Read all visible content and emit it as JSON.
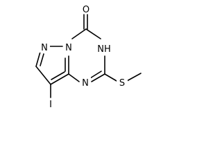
{
  "molecule": {
    "atoms": {
      "oxygen": "O",
      "nh": "NH",
      "n_bridge": "N",
      "n_pyrazole": "N",
      "n_triazine": "N",
      "sulfur": "S",
      "iodine": "I"
    },
    "colors": {
      "bond": "#000000",
      "label": "#000000",
      "background": "#ffffff"
    }
  }
}
